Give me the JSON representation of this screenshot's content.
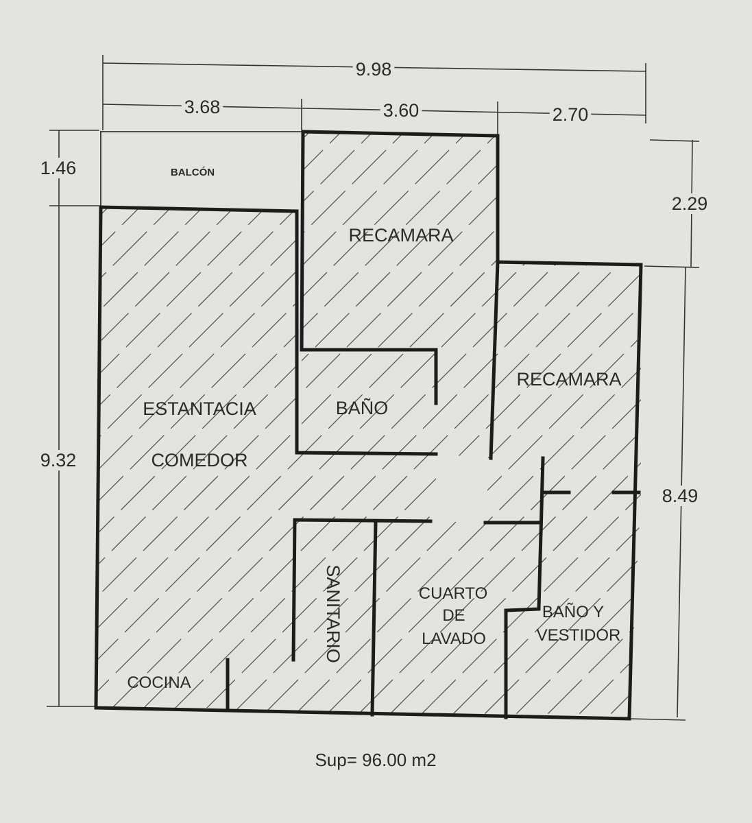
{
  "colors": {
    "paper": "#e3e3df",
    "ink": "#1c1c1c",
    "hatch": "#555555"
  },
  "dimensions": {
    "total_width": "9.98",
    "width_1": "3.68",
    "width_2": "3.60",
    "width_3": "2.70",
    "balcony_depth": "1.46",
    "left_depth": "9.32",
    "right_offset": "2.29",
    "right_depth": "8.49"
  },
  "rooms": {
    "balcon": "BALCÓN",
    "recamara_1": "RECAMARA",
    "recamara_2": "RECAMARA",
    "estancia": "ESTANTACIA",
    "comedor": "COMEDOR",
    "bano": "BAÑO",
    "sanitario": "SANITARIO",
    "cuarto_line1": "CUARTO",
    "cuarto_line2": "DE",
    "cuarto_line3": "LAVADO",
    "bano_vestidor_line1": "BAÑO Y",
    "bano_vestidor_line2": "VESTIDOR",
    "cocina": "COCINA"
  },
  "area": "Sup= 96.00 m2"
}
